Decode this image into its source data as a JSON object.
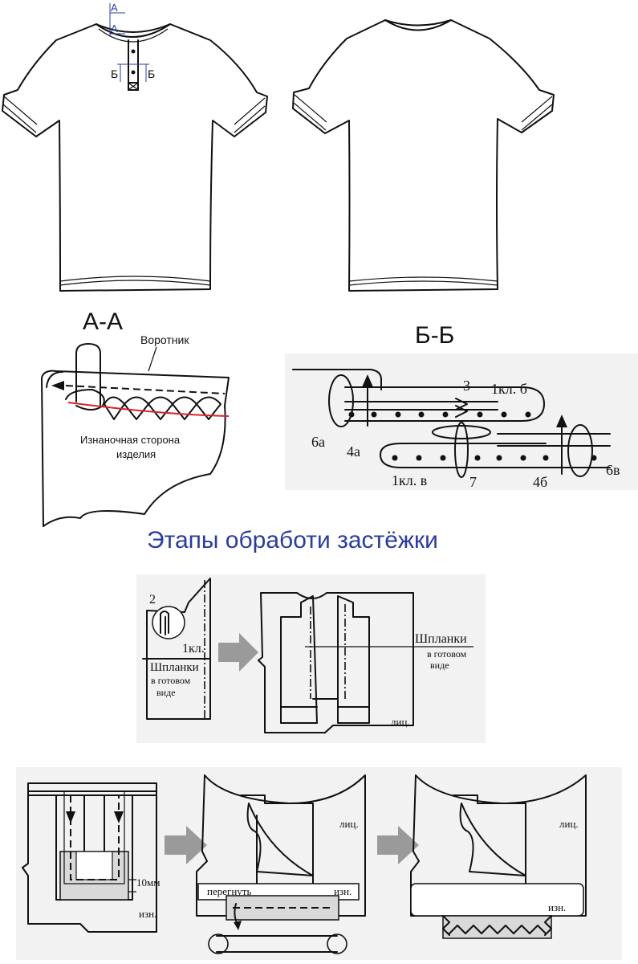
{
  "garment_markers": {
    "section_a_top": "А",
    "section_a_bottom": "А",
    "section_b_left": "Б",
    "section_b_right": "Б"
  },
  "section_aa": {
    "title": "А-А",
    "collar_label": "Воротник",
    "wrong_side_label_line1": "Изнаночная сторона",
    "wrong_side_label_line2": "изделия"
  },
  "section_bb": {
    "title": "Б-Б",
    "labels": {
      "n3": "3",
      "seam_1b": "1кл. б",
      "n6a": "6а",
      "n4a": "4а",
      "seam_1v": "1кл. в",
      "n7": "7",
      "n4b": "4б",
      "n6v": "6в"
    }
  },
  "stages_title": "Этапы обработи застёжки",
  "stage1": {
    "label_2": "2",
    "label_1kl": "1кл.",
    "plank_line1": "Шпланки",
    "plank_line2": "в готовом",
    "plank_line3": "виде"
  },
  "stage2": {
    "plank_line1": "Шпланки",
    "plank_line2": "в готовом",
    "plank_line3": "виде",
    "face_label": "лиц."
  },
  "stage3": {
    "dimension_label": "10мм",
    "wrong_label": "изн."
  },
  "stage4": {
    "face_label": "лиц.",
    "fold_label": "перегнуть",
    "wrong_label": "изн."
  },
  "stage5": {
    "face_label": "лиц.",
    "wrong_label": "изн."
  },
  "colors": {
    "ink": "#111111",
    "accent_blue": "#2a3c9e",
    "seam_red": "#d8232a",
    "arrow_gray": "#9a9a9a",
    "fill_gray": "#d9d9d9",
    "panel_bg": "#f2f2f2"
  }
}
